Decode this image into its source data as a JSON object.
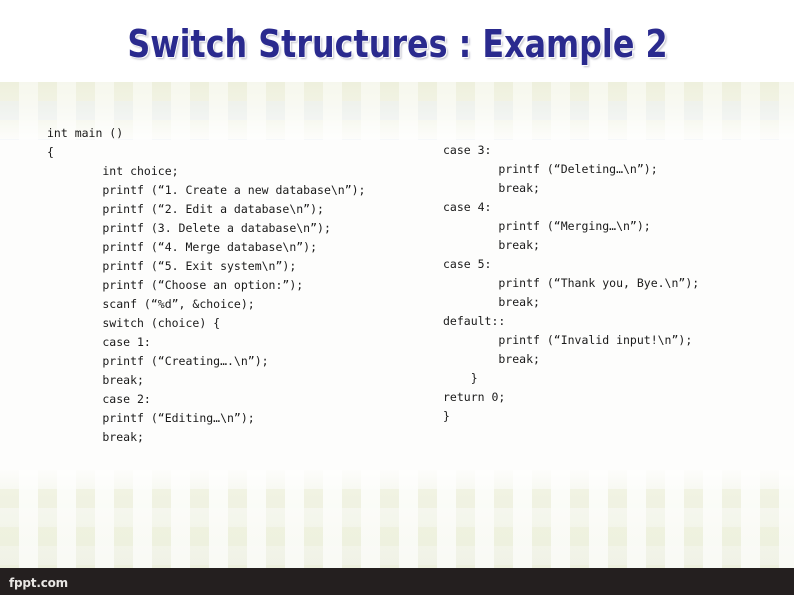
{
  "slide": {
    "title": "Switch Structures : Example 2",
    "title_color": "#2a2a8e",
    "background_color": "#fdfdfc",
    "band_color": "#eef0dd"
  },
  "footer": {
    "logo_text": "fppt.com",
    "bar_color": "#241f1f",
    "text_color": "#e8e6e4"
  },
  "code": {
    "language": "C",
    "left_column": [
      "int main ()",
      "{",
      "        int choice;",
      "        printf (“1. Create a new database\\n”);",
      "        printf (“2. Edit a database\\n”);",
      "        printf (3. Delete a database\\n”);",
      "        printf (“4. Merge database\\n”);",
      "        printf (“5. Exit system\\n”);",
      "        printf (“Choose an option:”);",
      "        scanf (“%d”, &choice);",
      "        switch (choice) {",
      "        case 1:",
      "        printf (“Creating….\\n”);",
      "        break;",
      "        case 2:",
      "        printf (“Editing…\\n”);",
      "        break;"
    ],
    "right_column": [
      "case 3:",
      "        printf (“Deleting…\\n”);",
      "        break;",
      "case 4:",
      "        printf (“Merging…\\n”);",
      "        break;",
      "case 5:",
      "        printf (“Thank you, Bye.\\n”);",
      "        break;",
      "default::",
      "        printf (“Invalid input!\\n”);",
      "        break;",
      "    }",
      "return 0;",
      "}"
    ]
  }
}
